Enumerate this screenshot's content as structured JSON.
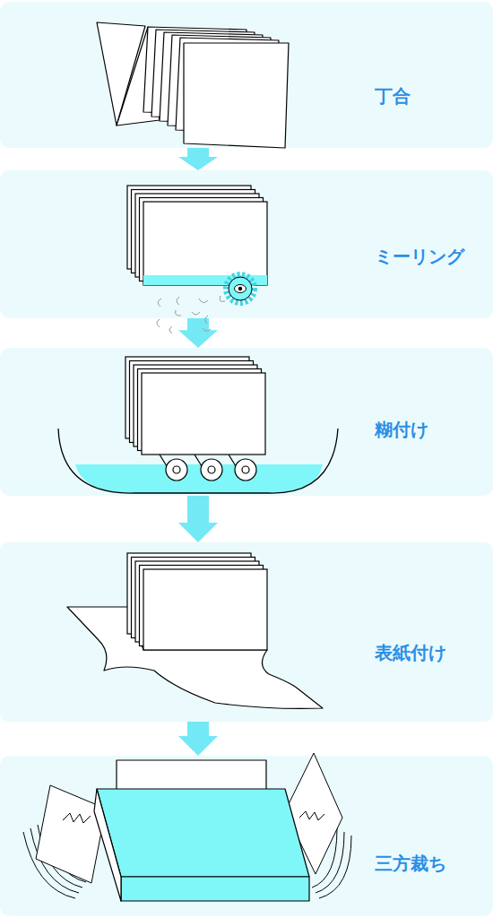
{
  "diagram": {
    "nodes": [
      {
        "text": [
          "丁合"
        ]
      },
      {
        "text": [
          "ミーリング"
        ]
      },
      {
        "text": [
          "糊付け"
        ]
      },
      {
        "text": [
          "表紙付け"
        ]
      },
      {
        "text": [
          "三方裁ち"
        ]
      }
    ],
    "edges": [
      {
        "from": 0,
        "to": 1,
        "arrow": "to"
      },
      {
        "from": 1,
        "to": 2,
        "arrow": "to"
      },
      {
        "from": 2,
        "to": 3,
        "arrow": "to"
      },
      {
        "from": 3,
        "to": 4,
        "arrow": "to"
      }
    ]
  }
}
